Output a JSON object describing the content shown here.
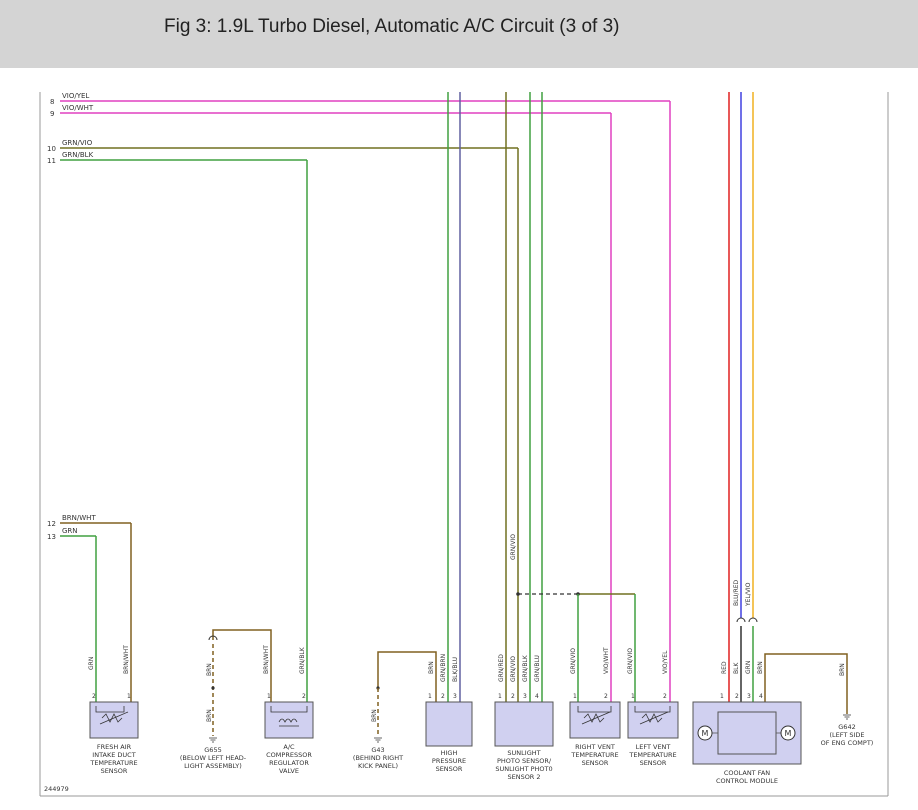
{
  "header": {
    "title": "Fig 3: 1.9L Turbo Diesel, Automatic A/C Circuit (3 of 3)"
  },
  "figure_id": "244979",
  "colors": {
    "violet": "#c040c0",
    "pink": "#e040c0",
    "green": "#40a040",
    "brown": "#806020",
    "dark_olive": "#707020",
    "red": "#e02020",
    "blue": "#4040e0",
    "dark_violet": "#6060a0",
    "yellow": "#f0b020",
    "component_fill": "#d0d0f0",
    "header_bg": "#d4d4d4"
  },
  "wires": [
    {
      "pin": "8",
      "label": "VIO/YEL"
    },
    {
      "pin": "9",
      "label": "VIO/WHT"
    },
    {
      "pin": "10",
      "label": "GRN/VIO"
    },
    {
      "pin": "11",
      "label": "GRN/BLK"
    },
    {
      "pin": "12",
      "label": "BRN/WHT"
    },
    {
      "pin": "13",
      "label": "GRN"
    }
  ],
  "components": {
    "fresh_air": {
      "name": [
        "FRESH AIR",
        "INTAKE DUCT",
        "TEMPERATURE",
        "SENSOR"
      ],
      "pins": [
        "2",
        "1"
      ],
      "wires": [
        "GRN",
        "BRN/WHT"
      ]
    },
    "g655": {
      "name": [
        "G655",
        "(BELOW LEFT HEAD-",
        "LIGHT ASSEMBLY)"
      ],
      "wires": [
        "BRN",
        "BRN"
      ]
    },
    "ac_valve": {
      "name": [
        "A/C",
        "COMPRESSOR",
        "REGULATOR",
        "VALVE"
      ],
      "pins": [
        "1",
        "2"
      ],
      "wires": [
        "BRN/WHT",
        "GRN/BLK"
      ]
    },
    "g43": {
      "name": [
        "G43",
        "(BEHIND RIGHT",
        "KICK PANEL)"
      ],
      "wires": [
        "BRN"
      ]
    },
    "high_pressure": {
      "name": [
        "HIGH",
        "PRESSURE",
        "SENSOR"
      ],
      "pins": [
        "1",
        "2",
        "3"
      ],
      "wires": [
        "BRN",
        "GRN/BRN",
        "BLK/BLU"
      ]
    },
    "sunlight": {
      "name": [
        "SUNLIGHT",
        "PHOTO SENSOR/",
        "SUNLIGHT PHOT0",
        "SENSOR 2"
      ],
      "pins": [
        "1",
        "2",
        "3",
        "4"
      ],
      "wires": [
        "GRN/RED",
        "GRN/VIO",
        "GRN/BLK",
        "GRN/BLU"
      ],
      "upper_wire": "GRN/VIO"
    },
    "right_vent": {
      "name": [
        "RIGHT VENT",
        "TEMPERATURE",
        "SENSOR"
      ],
      "pins": [
        "1",
        "2"
      ],
      "wires": [
        "GRN/VIO",
        "VIO/WHT"
      ]
    },
    "left_vent": {
      "name": [
        "LEFT VENT",
        "TEMPERATURE",
        "SENSOR"
      ],
      "pins": [
        "1",
        "2"
      ],
      "wires": [
        "GRN/VIO",
        "VIO/YEL"
      ]
    },
    "coolant_fan": {
      "name": [
        "COOLANT FAN",
        "CONTROL MODULE"
      ],
      "pins": [
        "1",
        "2",
        "3",
        "4"
      ],
      "wires": [
        "RED",
        "BLK",
        "GRN",
        "BRN"
      ],
      "upper_wires": [
        "BLU/RED",
        "YEL/VIO"
      ],
      "motor_symbol": "M"
    },
    "g642": {
      "name": [
        "G642",
        "(LEFT SIDE",
        "OF ENG COMPT)"
      ],
      "wires": [
        "BRN"
      ]
    }
  }
}
